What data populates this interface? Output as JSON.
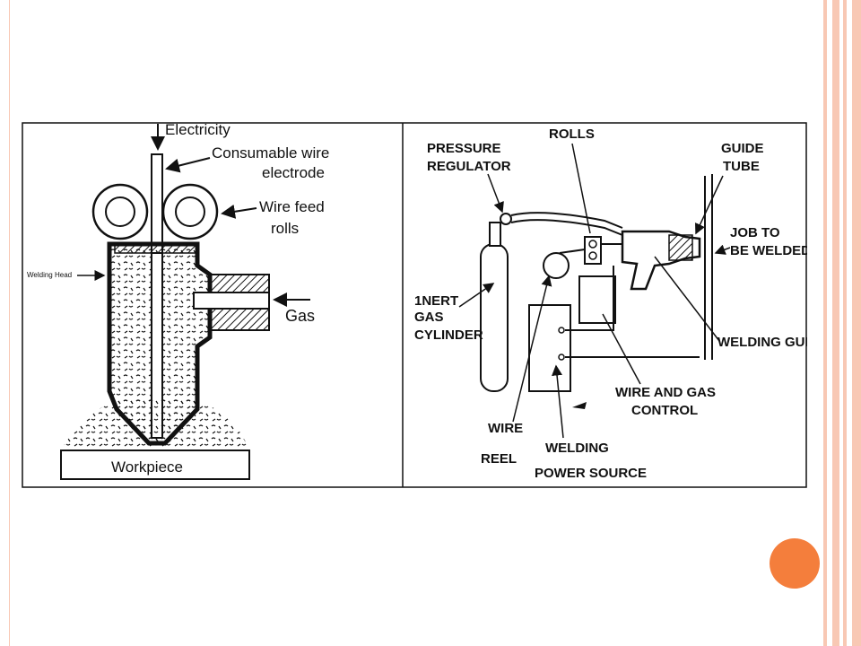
{
  "colors": {
    "frame": "#f8c8b4",
    "frame_dark": "#f0a890",
    "accent_dot": "#f47e3c",
    "line": "#111111"
  },
  "left_diagram": {
    "labels": {
      "electricity": "Electricity",
      "wire_line1": "Consumable wire",
      "wire_line2": "electrode",
      "feed_line1": "Wire feed",
      "feed_line2": "rolls",
      "welding_head": "Welding Head",
      "gas": "Gas",
      "workpiece": "Workpiece"
    }
  },
  "right_diagram": {
    "labels": {
      "rolls": "ROLLS",
      "pressure": "PRESSURE",
      "regulator": "REGULATOR",
      "guide": "GUIDE",
      "tube": "TUBE",
      "job1": "JOB TO",
      "job2": "BE WELDED",
      "inert1": "1NERT",
      "inert2": "GAS",
      "inert3": "CYLINDER",
      "welding_gun": "WELDING GUN",
      "wgc1": "WIRE AND GAS",
      "wgc2": "CONTROL",
      "reel1": "WIRE",
      "reel2": "REEL",
      "wps1": "WELDING",
      "wps2": "POWER SOURCE"
    }
  }
}
